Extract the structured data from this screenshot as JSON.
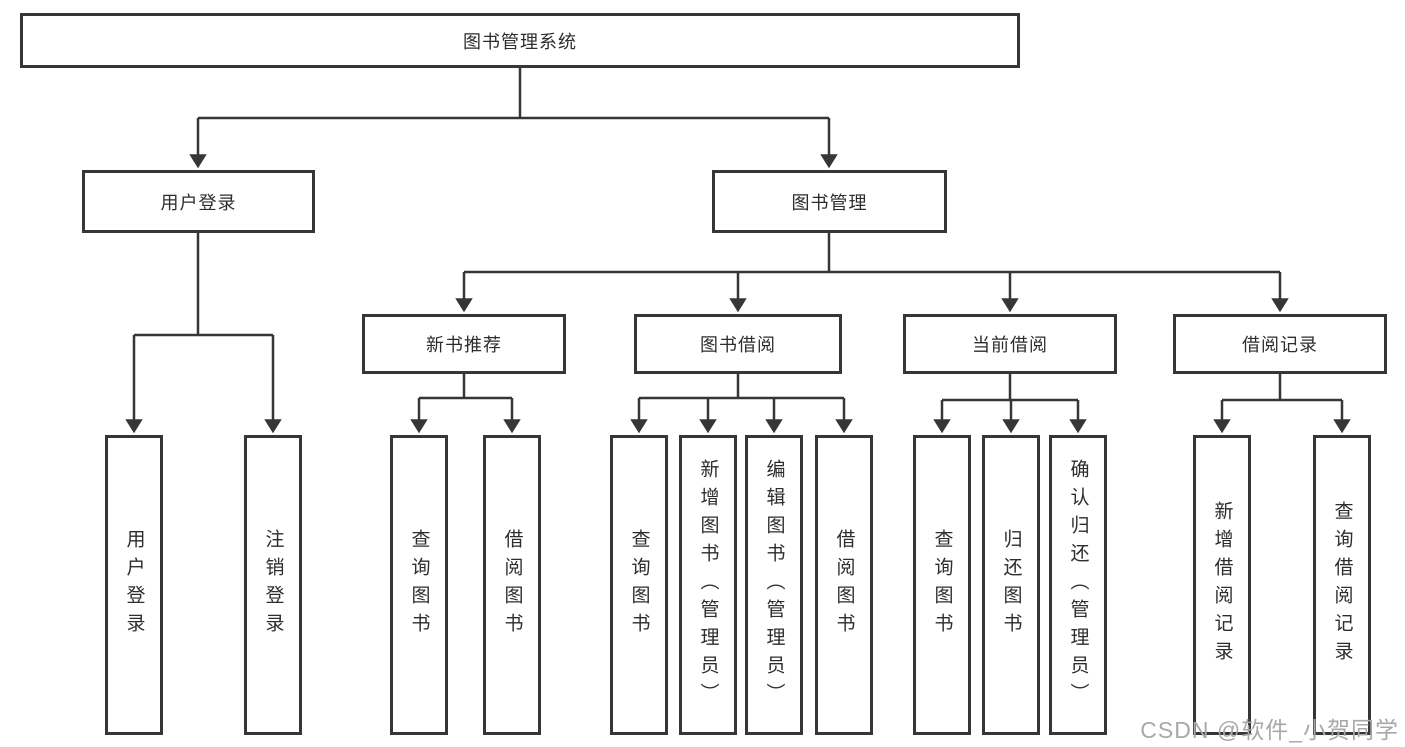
{
  "diagram": {
    "type": "hierarchy-tree",
    "root": "图书管理系统",
    "user_login": {
      "label": "用户登录",
      "children": [
        "用户登录",
        "注销登录"
      ]
    },
    "book_management": {
      "label": "图书管理",
      "groups": [
        {
          "label": "新书推荐",
          "children": [
            "查询图书",
            "借阅图书"
          ]
        },
        {
          "label": "图书借阅",
          "children": [
            "查询图书",
            "新增图书（管理员）",
            "编辑图书（管理员）",
            "借阅图书"
          ]
        },
        {
          "label": "当前借阅",
          "children": [
            "查询图书",
            "归还图书",
            "确认归还（管理员）"
          ]
        },
        {
          "label": "借阅记录",
          "children": [
            "新增借阅记录",
            "查询借阅记录"
          ]
        }
      ]
    }
  },
  "watermark": "CSDN @软件_小贺同学",
  "colors": {
    "line": "#363636",
    "text": "#2d2d2d",
    "watermark": "#a8a8a8",
    "background": "#ffffff"
  }
}
